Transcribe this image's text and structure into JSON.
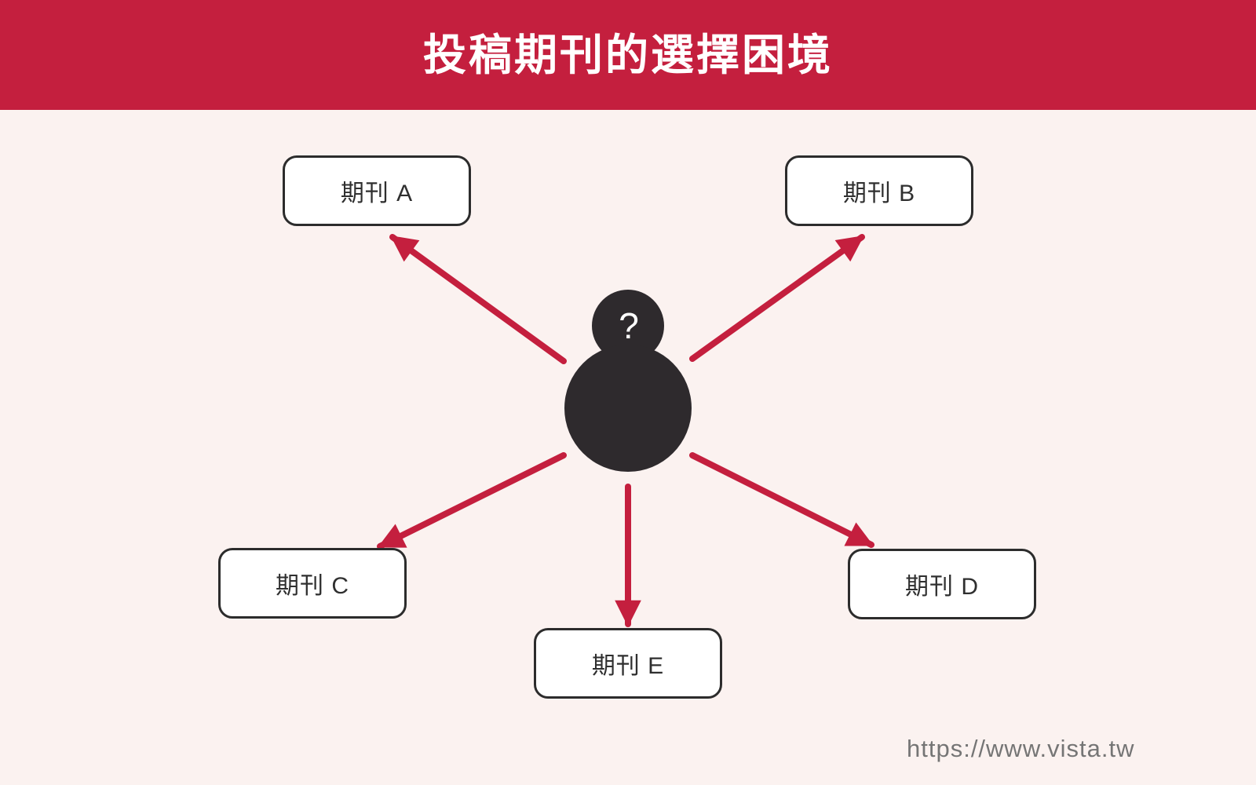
{
  "header": {
    "title": "投稿期刊的選擇困境"
  },
  "figure": {
    "question_mark": "?"
  },
  "nodes": [
    {
      "id": "A",
      "label": "期刊 A"
    },
    {
      "id": "B",
      "label": "期刊 B"
    },
    {
      "id": "C",
      "label": "期刊 C"
    },
    {
      "id": "D",
      "label": "期刊 D"
    },
    {
      "id": "E",
      "label": "期刊 E"
    }
  ],
  "footer": {
    "url": "https://www.vista.tw"
  },
  "colors": {
    "banner": "#c41f3e",
    "arrow": "#c41f3e",
    "figure": "#2e2a2d",
    "node_border": "#2c2c2c",
    "node_text": "#2f2f2f",
    "background": "#fbf2f0",
    "title_text": "#ffffff",
    "url_text": "#757575"
  }
}
